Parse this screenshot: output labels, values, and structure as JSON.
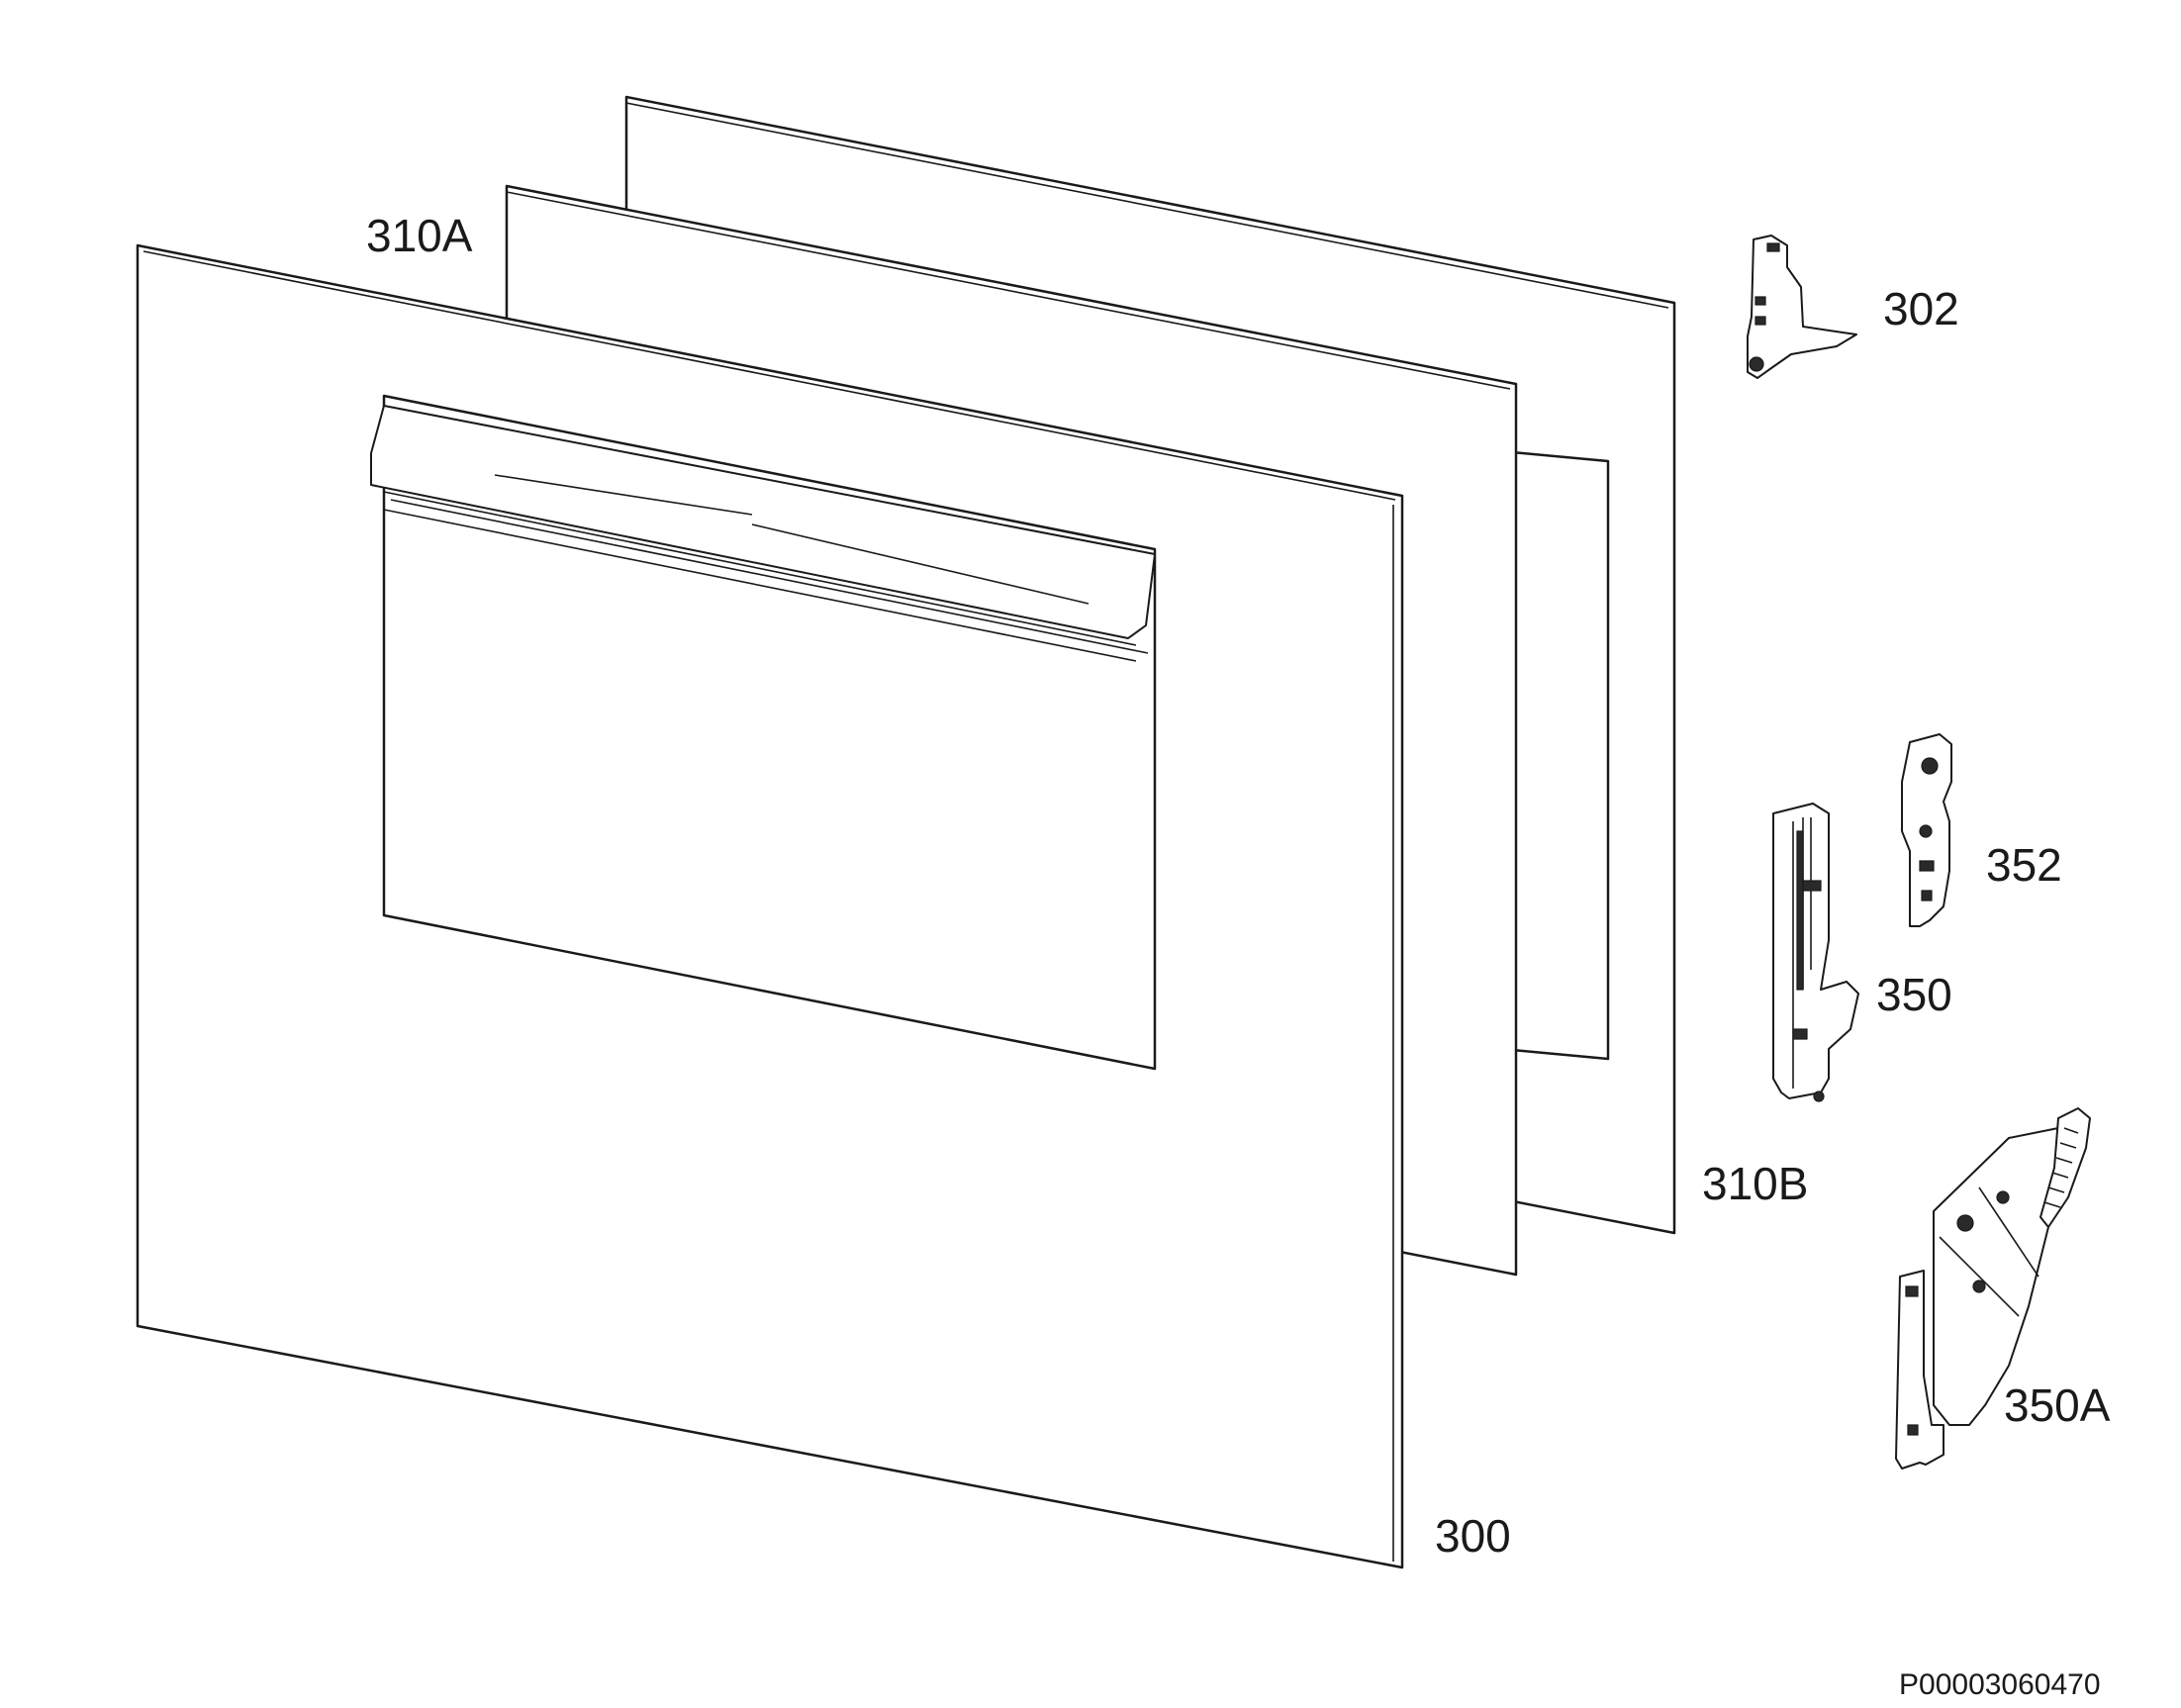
{
  "labels": {
    "glass_inner_rear": "310A",
    "glass_intermediate": "310B",
    "door_outer_panel": "300",
    "hinge_catch": "302",
    "hinge_left": "350",
    "hinge_plate": "352",
    "hinge_right": "350A"
  },
  "document_code": "P00003060470"
}
